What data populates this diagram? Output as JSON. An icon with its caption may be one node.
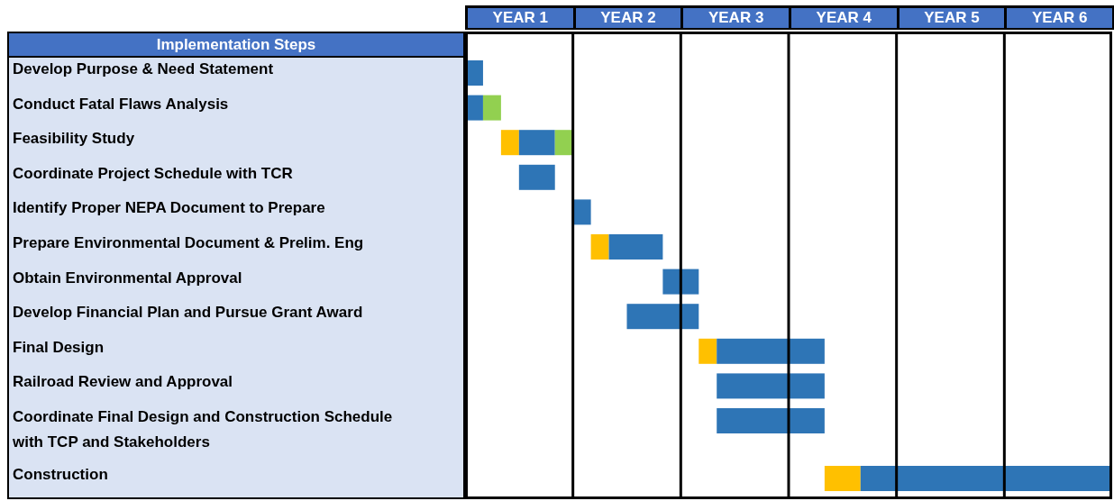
{
  "diagram": {
    "labels": [
      "YEAR 1",
      "YEAR 2",
      "YEAR 3",
      "YEAR 4",
      "YEAR 5",
      "YEAR 6",
      "Implementation Steps",
      "Develop Purpose & Need Statement",
      "Conduct Fatal Flaws Analysis",
      "Feasibility Study",
      "Coordinate Project Schedule with TCR",
      "Identify Proper NEPA Document to Prepare",
      "Prepare Environmental Document & Prelim. Eng",
      "Obtain Environmental Approval",
      "Develop Financial Plan and Pursue Grant Award",
      "Final Design",
      "Railroad Review and Approval",
      "Coordinate Final Design and Construction Schedule with TCP and Stakeholders",
      "Construction"
    ]
  }
}
